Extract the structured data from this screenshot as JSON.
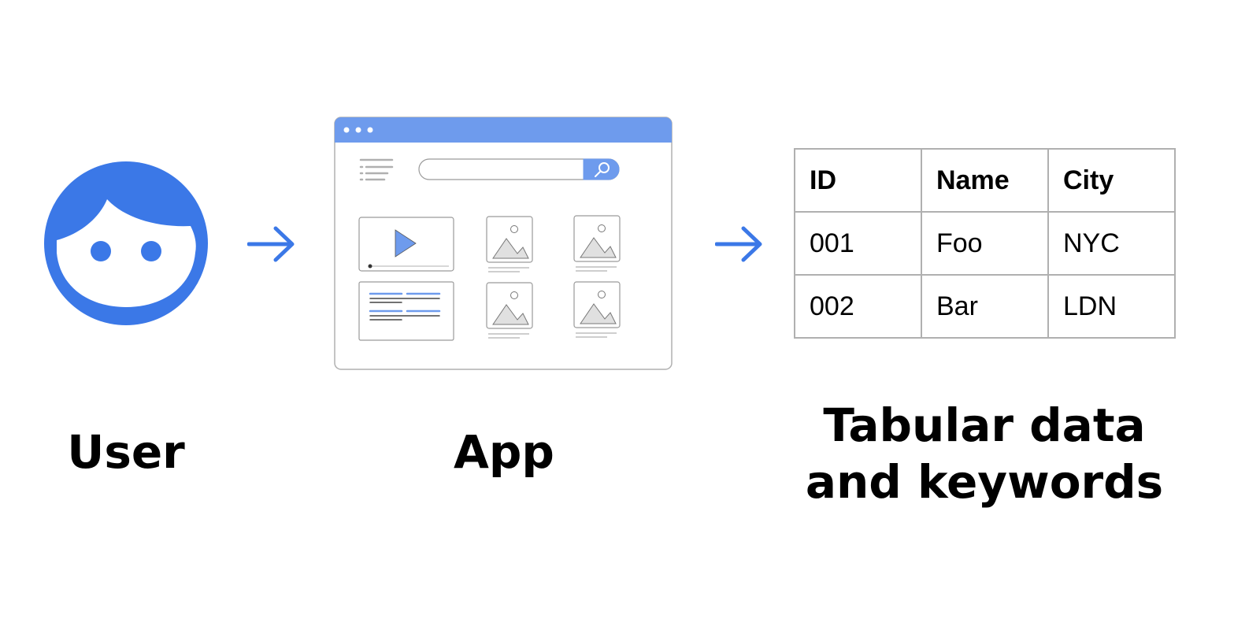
{
  "colors": {
    "accent": "#3b78e7",
    "accent_light": "#6e9bed",
    "outline": "#b0b0b0",
    "text": "#000000"
  },
  "icons": {
    "user": "user-face-icon",
    "arrow": "arrow-right-icon",
    "app": "browser-window-icon",
    "play": "play-icon",
    "image": "image-placeholder-icon",
    "search": "search-icon"
  },
  "table": {
    "headers": [
      "ID",
      "Name",
      "City"
    ],
    "rows": [
      [
        "001",
        "Foo",
        "NYC"
      ],
      [
        "002",
        "Bar",
        "LDN"
      ]
    ]
  },
  "captions": {
    "user": "User",
    "app": "App",
    "tabular_line1": "Tabular data",
    "tabular_line2": "and keywords"
  }
}
